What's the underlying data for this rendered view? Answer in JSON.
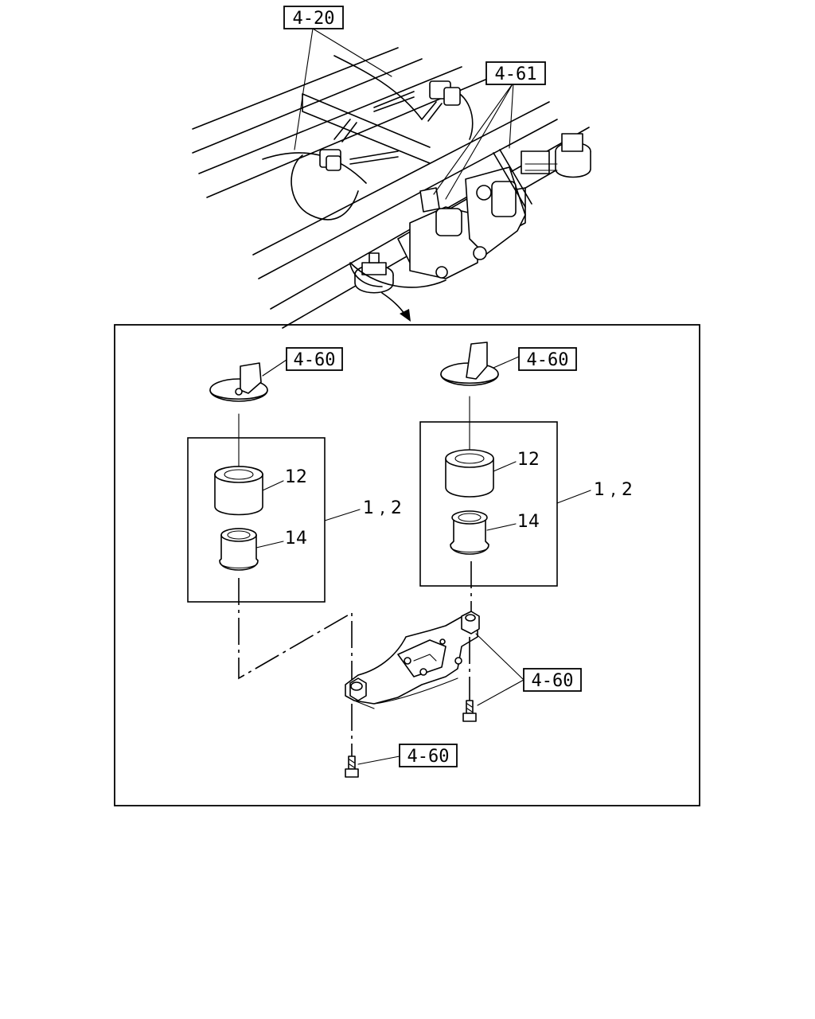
{
  "top_refs": {
    "a": "4-20",
    "b": "4-61"
  },
  "detail_refs": {
    "cap_left": "4-60",
    "cap_right": "4-60",
    "bolts_right": "4-60",
    "bolt_bottom": "4-60"
  },
  "kit_labels": {
    "left": "1 , 2",
    "right": "1 , 2"
  },
  "part_numbers": {
    "bushing_left": "12",
    "sleeve_left": "14",
    "bushing_right": "12",
    "sleeve_right": "14"
  }
}
